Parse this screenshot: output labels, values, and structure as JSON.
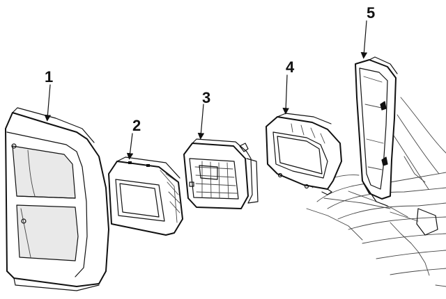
{
  "diagram": {
    "callouts": [
      {
        "id": "bezel",
        "label": "1"
      },
      {
        "id": "retainer",
        "label": "2"
      },
      {
        "id": "sealed-beam",
        "label": "3"
      },
      {
        "id": "mount-bracket",
        "label": "4"
      },
      {
        "id": "side-panel",
        "label": "5"
      }
    ]
  }
}
